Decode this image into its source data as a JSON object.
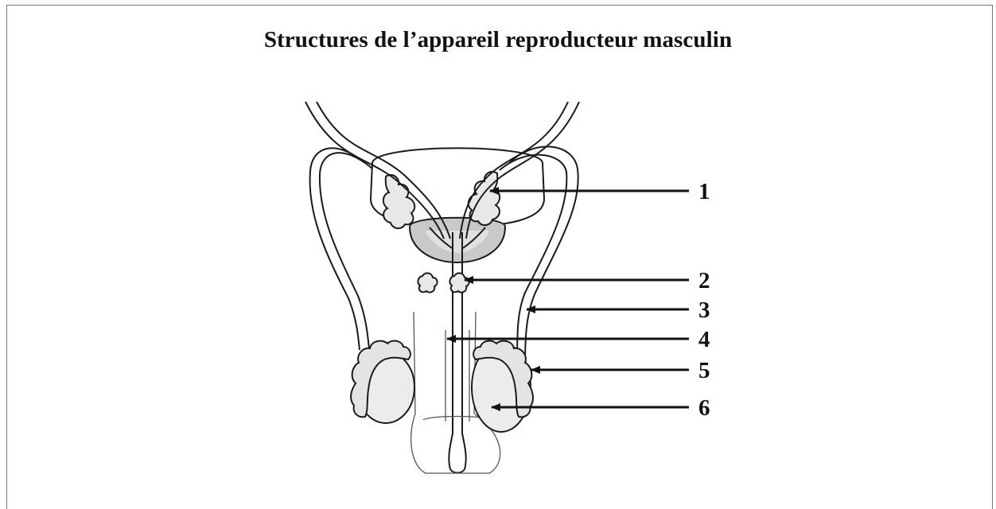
{
  "title": "Structures de l’appareil reproducteur masculin",
  "labels": [
    {
      "id": "1",
      "text": "1"
    },
    {
      "id": "2",
      "text": "2"
    },
    {
      "id": "3",
      "text": "3"
    },
    {
      "id": "4",
      "text": "4"
    },
    {
      "id": "5",
      "text": "5"
    },
    {
      "id": "6",
      "text": "6"
    }
  ],
  "colors": {
    "outline": "#1a1a1a",
    "fill_light": "#ececec",
    "fill_mid": "#cfcfcf",
    "fill_dark": "#a9a9a9"
  }
}
